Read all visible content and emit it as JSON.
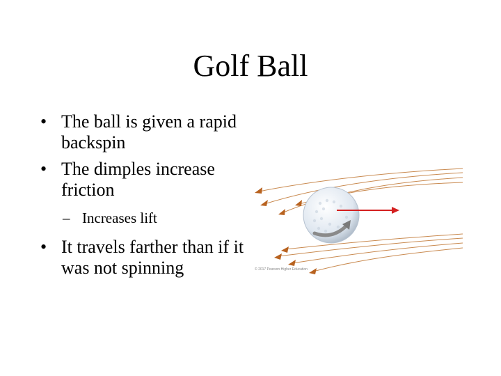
{
  "slide": {
    "title": "Golf Ball",
    "bullets": [
      {
        "text": "The ball is given a rapid backspin"
      },
      {
        "text": "The dimples increase friction",
        "sub": "Increases lift"
      },
      {
        "text": "It travels farther than if it was not spinning"
      }
    ],
    "bullet_symbol": "•",
    "sub_bullet_symbol": "–"
  },
  "figure": {
    "copyright": "© 2017 Pearson Higher Education",
    "colors": {
      "flow_lines": "#c98a50",
      "arrowheads": "#b8621f",
      "velocity_arrow": "#d42020",
      "spin_arrow": "#8a8a8a",
      "ball": "#dfe7f0"
    },
    "icons": [
      "golf-ball-icon",
      "velocity-arrow-icon",
      "spin-arrow-icon"
    ]
  }
}
